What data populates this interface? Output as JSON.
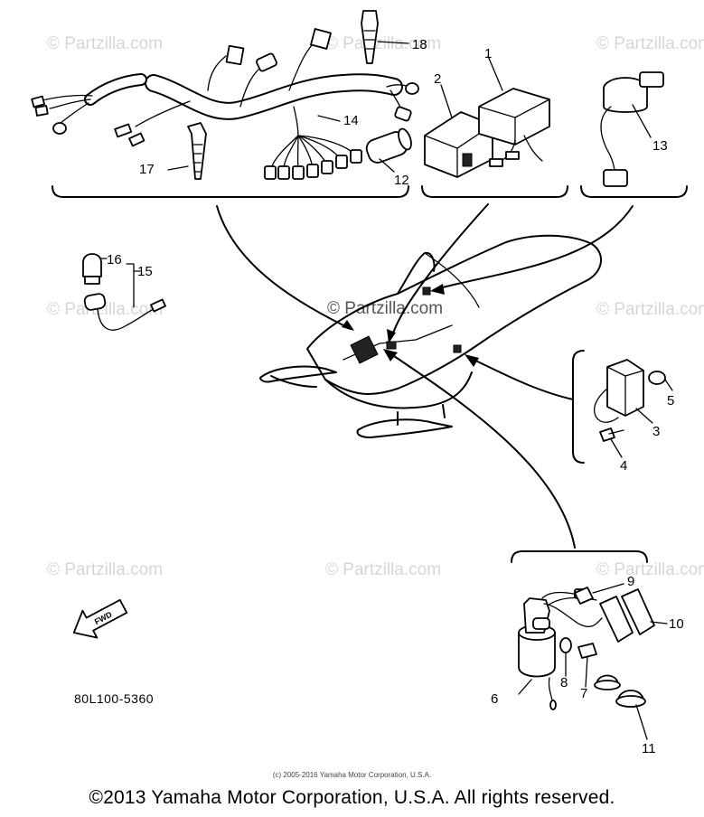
{
  "watermarks": {
    "text": "© Partzilla.com",
    "center_text": "© Partzilla.com"
  },
  "callouts": {
    "c1": "1",
    "c2": "2",
    "c3": "3",
    "c4": "4",
    "c5": "5",
    "c6": "6",
    "c7": "7",
    "c8": "8",
    "c9": "9",
    "c10": "10",
    "c11": "11",
    "c12": "12",
    "c13": "13",
    "c14": "14",
    "c15": "15",
    "c16": "16",
    "c17": "17",
    "c18": "18"
  },
  "front_arrow_label": "FWD",
  "part_code": "80L100-5360",
  "small_copyright": "(c) 2005-2016 Yamaha Motor Corporation, U.S.A.",
  "copyright": "©2013 Yamaha Motor Corporation, U.S.A. All rights reserved.",
  "colors": {
    "ink": "#000000",
    "watermark": "#d6d6d6",
    "background": "#ffffff"
  }
}
